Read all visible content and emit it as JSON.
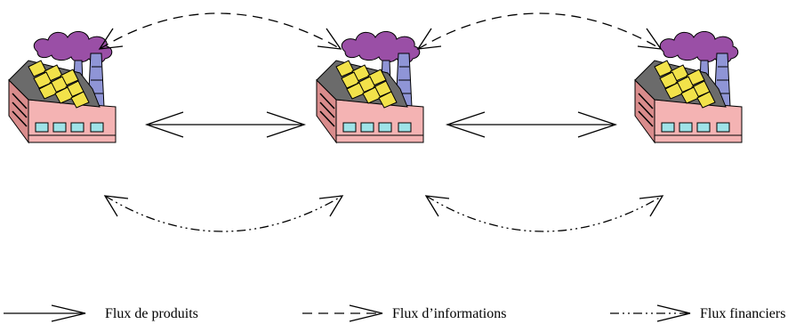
{
  "nodes": [
    {
      "id": "factory-1",
      "icon": "factory-icon"
    },
    {
      "id": "factory-2",
      "icon": "factory-icon"
    },
    {
      "id": "factory-3",
      "icon": "factory-icon"
    }
  ],
  "flows": [
    {
      "type": "products",
      "from": "factory-1",
      "to": "factory-2",
      "direction": "both"
    },
    {
      "type": "products",
      "from": "factory-2",
      "to": "factory-3",
      "direction": "both"
    },
    {
      "type": "information",
      "from": "factory-1",
      "to": "factory-2",
      "direction": "both"
    },
    {
      "type": "information",
      "from": "factory-2",
      "to": "factory-3",
      "direction": "both"
    },
    {
      "type": "financial",
      "from": "factory-1",
      "to": "factory-2",
      "direction": "both"
    },
    {
      "type": "financial",
      "from": "factory-2",
      "to": "factory-3",
      "direction": "both"
    }
  ],
  "legend": {
    "products_label": "Flux de produits",
    "information_label": "Flux d’informations",
    "financial_label": "Flux financiers"
  },
  "colors": {
    "smoke": "#9a4fa6",
    "chimney": "#8f95d6",
    "building_front": "#f4b3b3",
    "building_side": "#d98c8c",
    "roof": "#6b6b6b",
    "solar_panel": "#f2e24a",
    "window": "#9fe3e8",
    "outline": "#000000"
  }
}
